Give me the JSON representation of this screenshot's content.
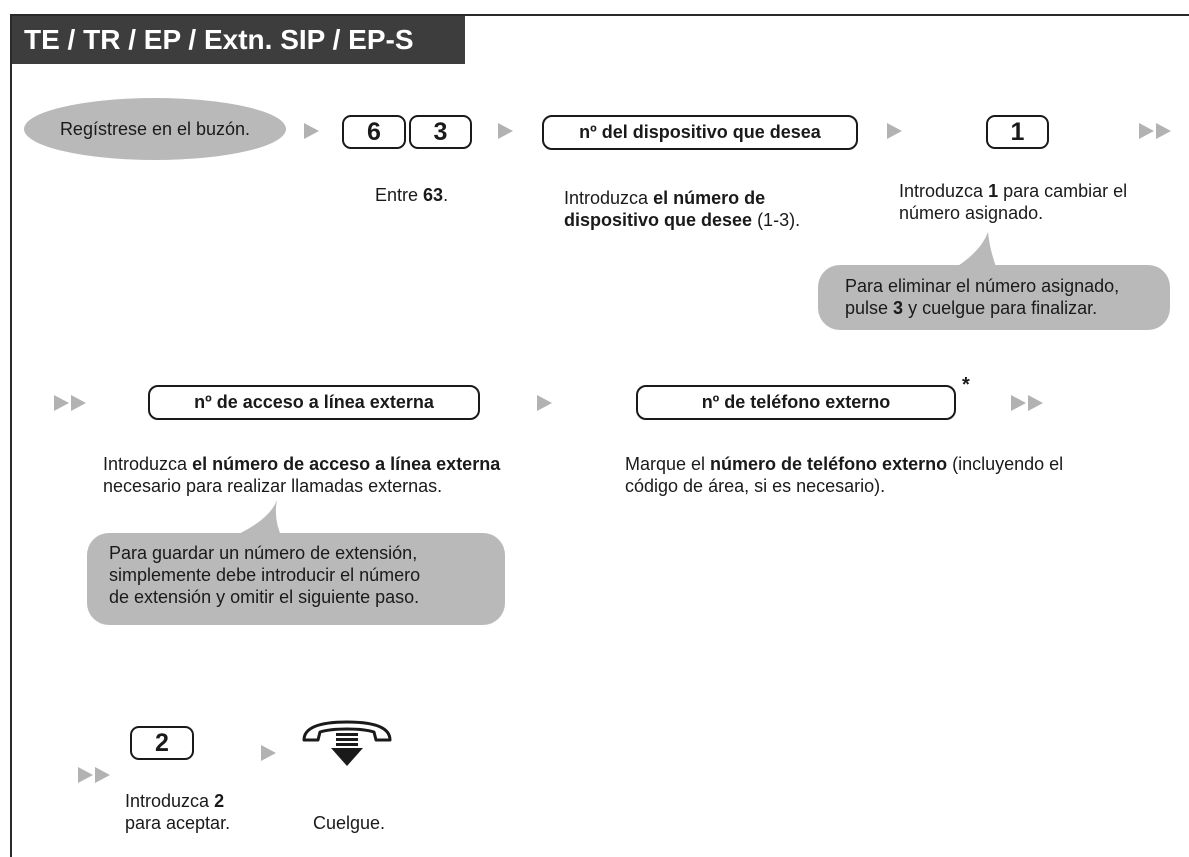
{
  "title": "TE / TR / EP / Extn. SIP / EP-S",
  "row1": {
    "start_oval": "Regístrese en el buzón.",
    "key1": "6",
    "key2": "3",
    "device_box": "nº del dispositivo que desea",
    "key3": "1",
    "desc1": {
      "pre": "Entre ",
      "bold": "63",
      "post": "."
    },
    "desc2": {
      "pre": "Introduzca ",
      "bold": "el número de dispositivo que desee",
      "post": " (1-3)."
    },
    "desc3": {
      "pre": "Introduzca ",
      "bold": "1",
      "post": " para cambiar el número asignado."
    },
    "bubble": {
      "line1": "Para eliminar el número asignado,",
      "pre": "pulse ",
      "bold": "3",
      "post": " y cuelgue para finalizar."
    }
  },
  "row2": {
    "access_box": "nº de acceso a línea externa",
    "phone_box": "nº de teléfono externo",
    "asterisk": "*",
    "desc1": {
      "pre": "Introduzca ",
      "bold": "el número de acceso a línea externa",
      "post": " necesario para realizar llamadas externas."
    },
    "desc2": {
      "pre": "Marque el ",
      "bold": "número de teléfono externo",
      "post": " (incluyendo el código de área, si es necesario)."
    },
    "bubble": {
      "line1": "Para guardar un número de extensión,",
      "line2": "simplemente debe introducir el número",
      "line3": "de extensión y omitir el siguiente paso."
    }
  },
  "row3": {
    "key": "2",
    "desc1": {
      "pre": "Introduzca ",
      "bold": "2",
      "post": " para aceptar."
    },
    "desc2": "Cuelgue."
  },
  "icons": {
    "arrow": "triangle-arrow-icon",
    "double_arrow": "double-triangle-arrow-icon",
    "hangup": "handset-hang-up-icon"
  },
  "colors": {
    "title_bg": "#3d3d3d",
    "bubble": "#b9b9b9",
    "arrow": "#b2b2b2"
  }
}
